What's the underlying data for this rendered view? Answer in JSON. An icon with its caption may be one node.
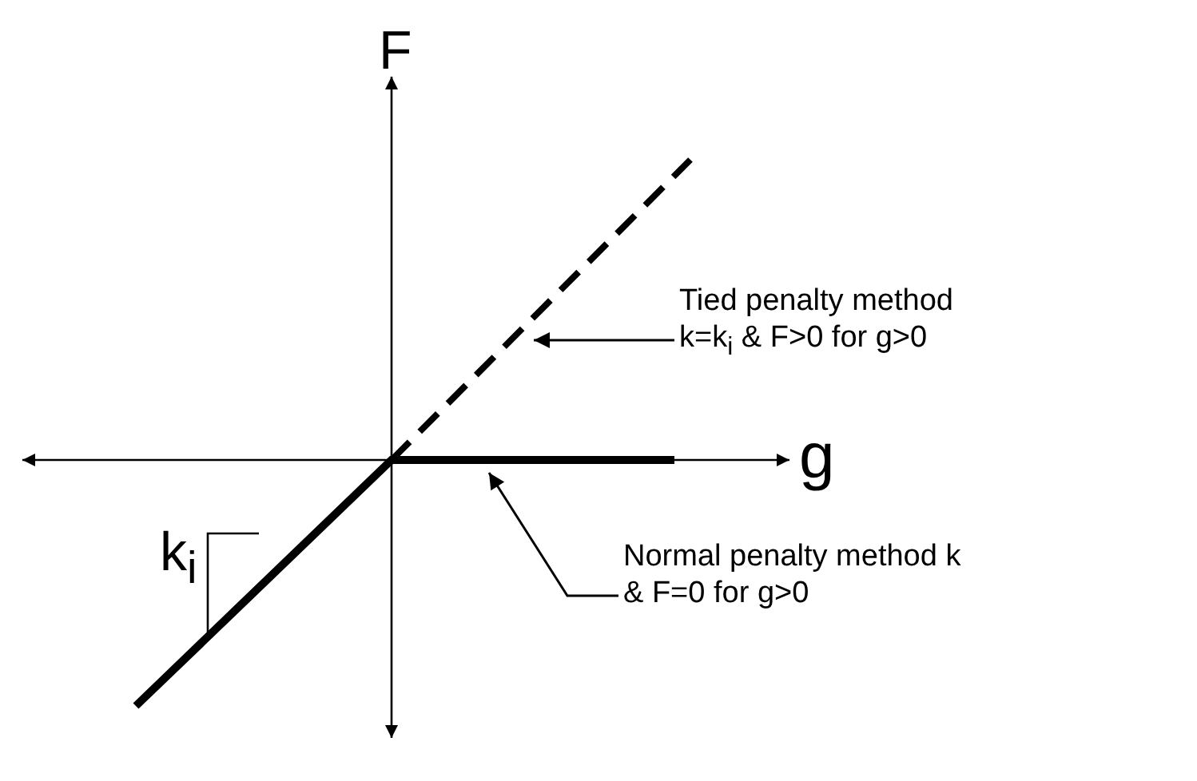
{
  "diagram": {
    "nodes": [
      {
        "text": [
          "Tied penalty method k=k$_{i}$ & F>0 for g>0"
        ]
      },
      {
        "text": [],
        "shape": "line"
      },
      {
        "text": [
          "Normal penalty method k & F=0 for g>0"
        ]
      },
      {
        "text": [],
        "shape": "line"
      }
    ],
    "edges": [
      {
        "from": 0,
        "to": 1,
        "arrow": "to"
      },
      {
        "from": 2,
        "to": 3,
        "arrow": "to"
      }
    ],
    "labels": [
      "F",
      "g",
      "k$_{i}$"
    ]
  }
}
